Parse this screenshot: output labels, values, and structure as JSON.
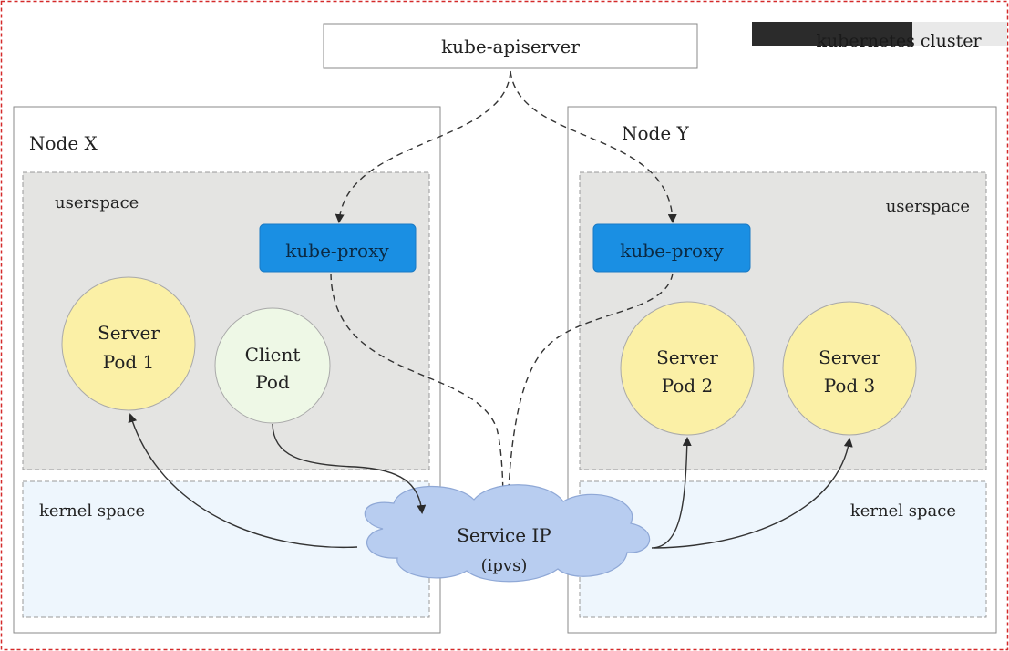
{
  "cluster_label": "kubernetes cluster",
  "apiserver_label": "kube-apiserver",
  "nodes": {
    "x": {
      "title": "Node X",
      "userspace_label": "userspace",
      "kernel_label": "kernel space",
      "proxy_label": "kube-proxy",
      "server_pod": [
        "Server",
        "Pod 1"
      ],
      "client_pod": [
        "Client",
        "Pod"
      ]
    },
    "y": {
      "title": "Node Y",
      "userspace_label": "userspace",
      "kernel_label": "kernel space",
      "proxy_label": "kube-proxy",
      "pods": [
        [
          "Server",
          "Pod 2"
        ],
        [
          "Server",
          "Pod 3"
        ]
      ]
    }
  },
  "service": [
    "Service IP",
    "(ipvs)"
  ],
  "colors": {
    "frame_border": "#d42a2a",
    "proxy_fill": "#1a8fe3",
    "server_pod_fill": "#fbf0a6",
    "client_pod_fill": "#eef8e6",
    "userspace_fill": "#e4e4e2",
    "kernel_fill": "#eef6fd",
    "cloud_fill": "#b8cdf0",
    "cluster_tab": "#2b2b2b"
  }
}
